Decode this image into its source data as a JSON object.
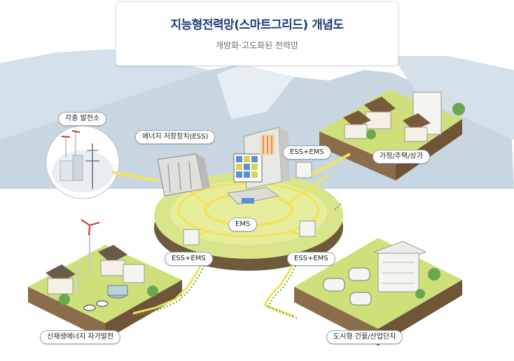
{
  "title": "지능형전력망(스마트그리드) 개념도",
  "subtitle": "개방화·고도화된 전력망",
  "labels": {
    "power_plant": "각종 발전소",
    "ess_storage": "에너지 저장장치(ESS)",
    "ess_ems_top": "ESS+EMS",
    "homes": "가정/주택/상가",
    "ems_center": "EMS",
    "ess_ems_left": "ESS+EMS",
    "ess_ems_right": "ESS+EMS",
    "renewable": "신재생에너지 자가발전",
    "buildings": "도시형 건물/산업단지"
  },
  "colors": {
    "title": "#1f3a7a",
    "mountain": "#c9d8e4",
    "grass": "#cfe07a",
    "grid_line": "#f2e35a",
    "cable_dots": "#6cb845"
  }
}
